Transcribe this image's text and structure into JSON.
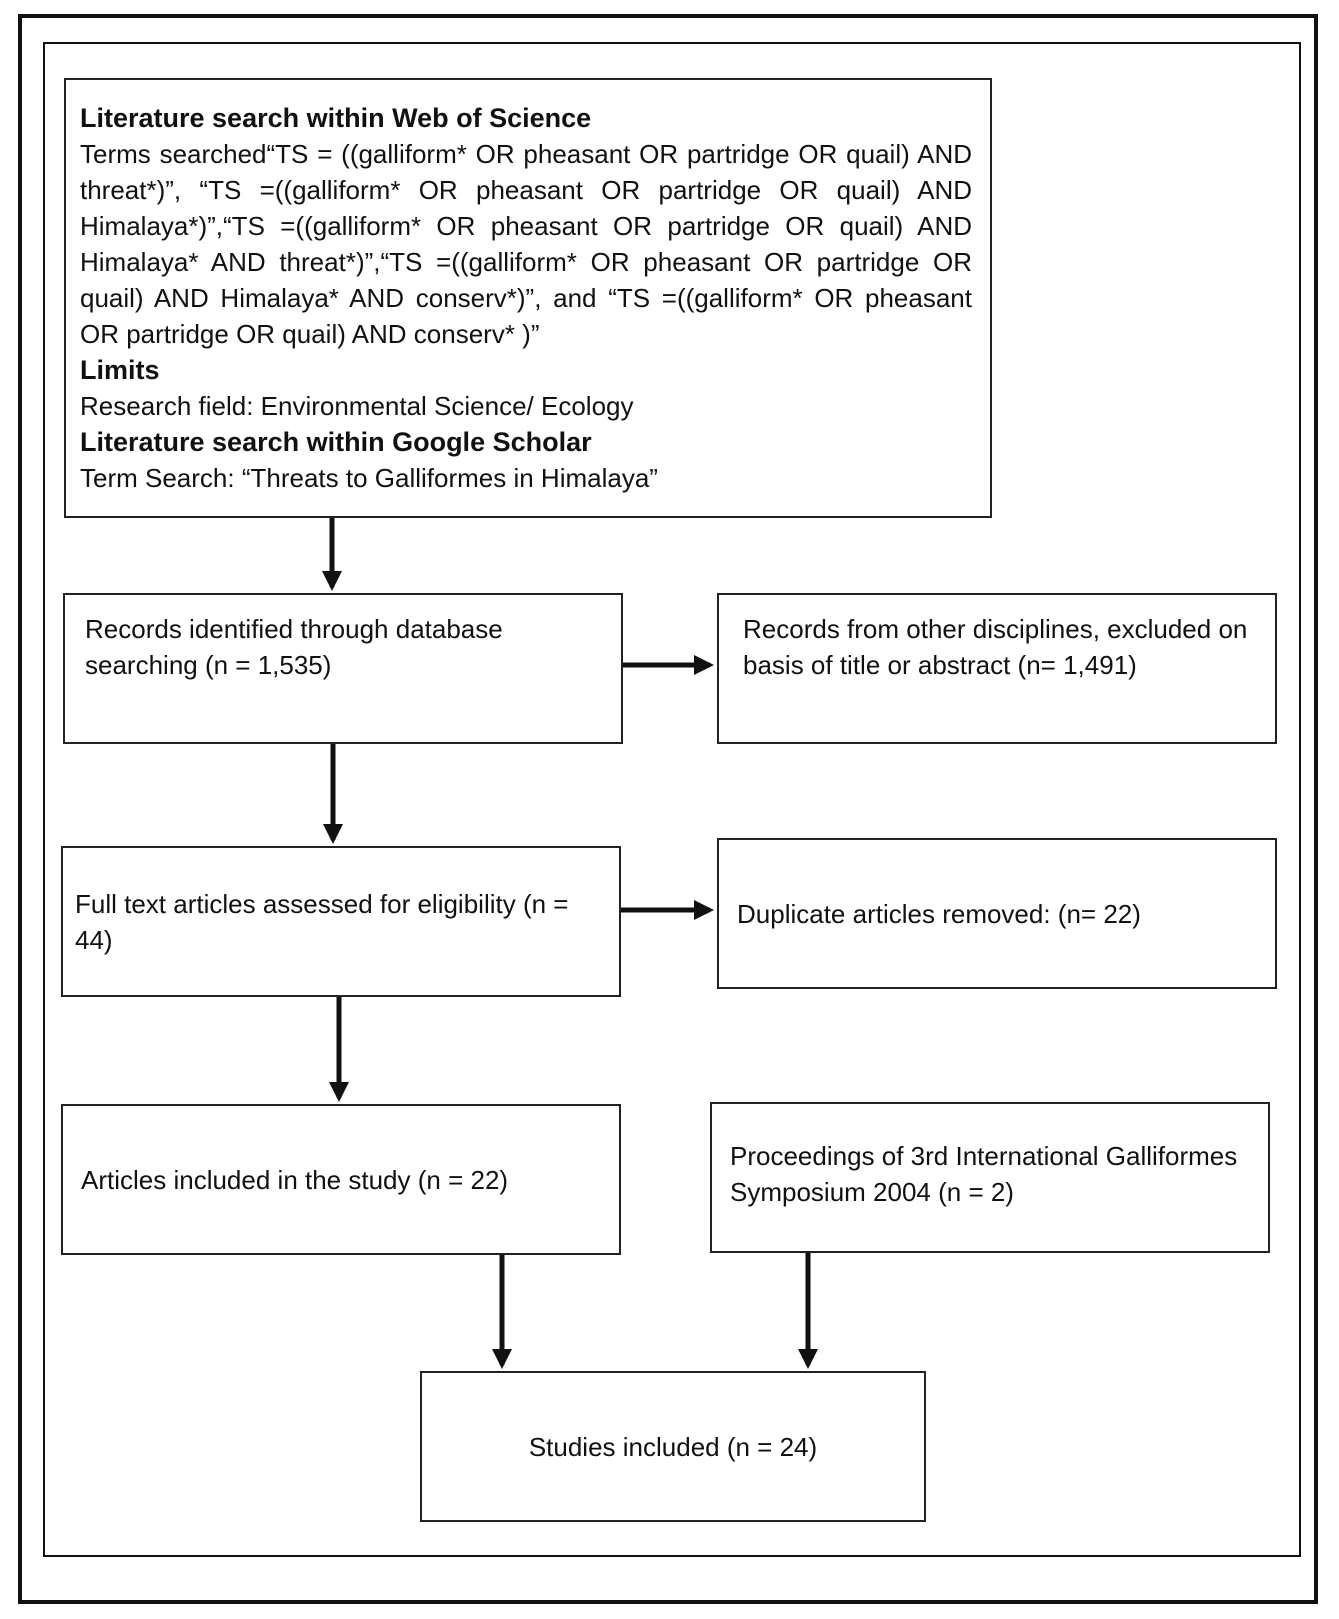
{
  "search": {
    "heading_wos": "Literature search within Web of Science",
    "terms": "Terms searched“TS = ((galliform* OR pheasant OR partridge OR quail) AND threat*)”, “TS =((galliform* OR pheasant OR partridge OR quail) AND Himalaya*)”,“TS =((galliform* OR pheasant OR partridge OR quail) AND Himalaya* AND threat*)”,“TS =((galliform* OR pheasant OR partridge OR quail) AND Himalaya* AND conserv*)”, and “TS =((galliform* OR pheasant OR partridge OR quail) AND conserv* )”",
    "heading_limits": "Limits",
    "limits": "Research field: Environmental  Science/ Ecology",
    "heading_gs": "Literature search within Google Scholar",
    "gs_term": "Term Search: “Threats to Galliformes in Himalaya”"
  },
  "boxes": {
    "records": "Records identified through database searching (n = 1,535)",
    "excluded": "Records from other disciplines, excluded on basis of title or abstract (n= 1,491)",
    "fulltext": "Full text articles assessed for eligibility (n = 44)",
    "duplicate": "Duplicate articles removed:  (n= 22)",
    "articles": "Articles included in the study (n = 22)",
    "proceedings": "Proceedings of 3rd International  Galliformes Symposium 2004  (n = 2)",
    "studies": "Studies included  (n = 24)"
  }
}
